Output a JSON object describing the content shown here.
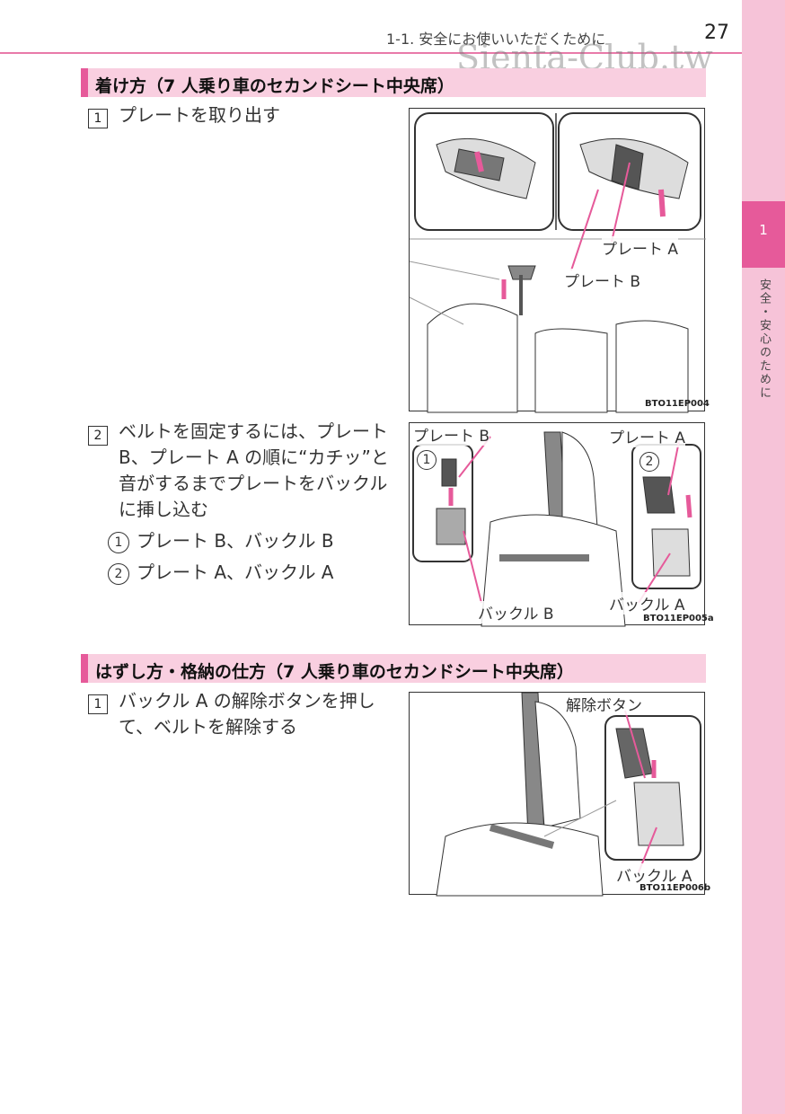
{
  "header": {
    "section_path": "1-1. 安全にお使いいただくために",
    "page_number": "27",
    "watermark": "Sienta-Club.tw"
  },
  "sidebar": {
    "chapter_number": "1",
    "chapter_title": "安全・安心のために"
  },
  "section1": {
    "heading": "着け方（7 人乗り車のセカンドシート中央席）",
    "step1": {
      "num": "1",
      "text": "プレートを取り出す"
    },
    "step2": {
      "num": "2",
      "text": "ベルトを固定するには、プレート B、プレート A の順に“カチッ”と音がするまでプレートをバックルに挿し込む",
      "subs": [
        {
          "num": "1",
          "text": "プレート B、バックル B"
        },
        {
          "num": "2",
          "text": "プレート A、バックル A"
        }
      ]
    },
    "figure1": {
      "label_a": "プレート A",
      "label_b": "プレート B",
      "code": "BTO11EP004"
    },
    "figure2": {
      "label_plate_b": "プレート B",
      "label_plate_a": "プレート A",
      "label_buckle_a": "バックル A",
      "label_buckle_b": "バックル B",
      "circle_1": "1",
      "circle_2": "2",
      "code": "BTO11EP005a"
    }
  },
  "section2": {
    "heading": "はずし方・格納の仕方（7 人乗り車のセカンドシート中央席）",
    "step1": {
      "num": "1",
      "text": "バックル A の解除ボタンを押して、ベルトを解除する"
    },
    "figure3": {
      "label_release": "解除ボタン",
      "label_buckle_a": "バックル A",
      "code": "BTO11EP006b"
    }
  },
  "colors": {
    "accent": "#e65a9a",
    "sidebar": "#f6c3d8",
    "heading_bg": "#f9cfe0"
  }
}
